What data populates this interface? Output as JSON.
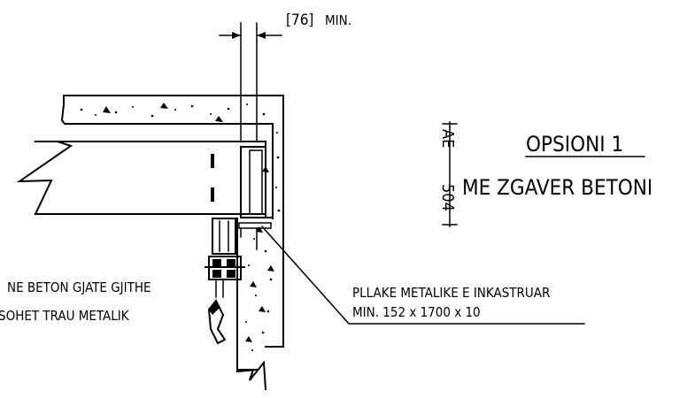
{
  "dimension": {
    "value": "[76]",
    "suffix": "MIN."
  },
  "title": {
    "ref_top": "AE",
    "ref_bottom": "504",
    "option": "OPSIONI 1",
    "subtitle": "ME ZGAVER BETONI"
  },
  "callout_plate": {
    "line1": "PLLAKE METALIKE E INKASTRUAR",
    "line2": "MIN. 152  x 1700 x 10"
  },
  "callout_left": {
    "line1": "NE BETON GJATE GJITHE",
    "line2": "SOHET TRAU METALIK"
  },
  "colors": {
    "ink": "#000000",
    "paper": "#ffffff"
  }
}
